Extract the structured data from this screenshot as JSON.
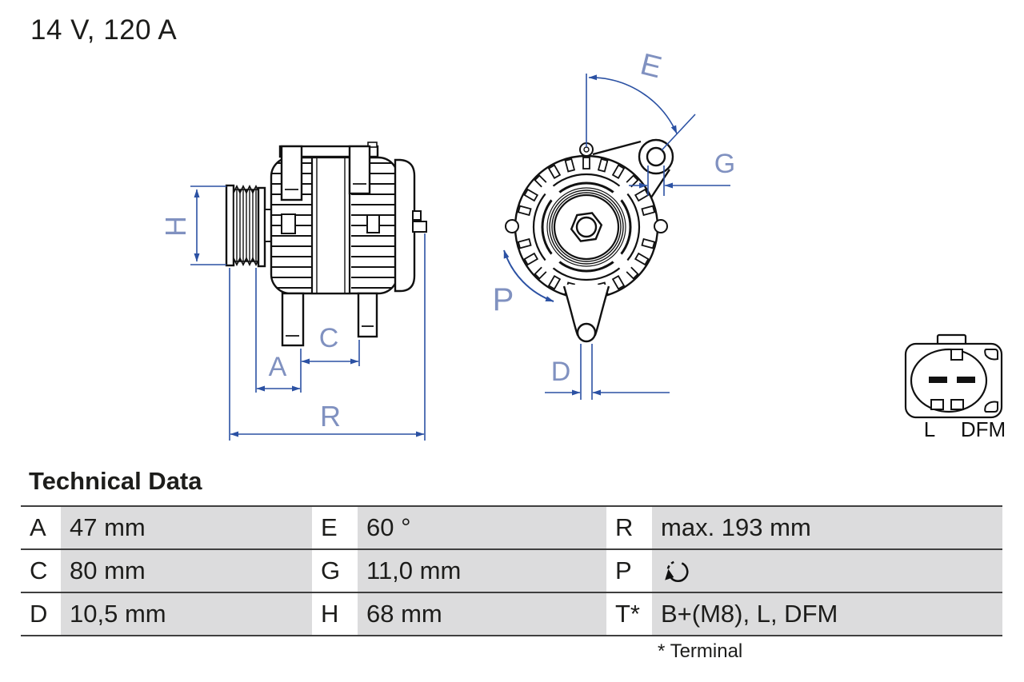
{
  "header": {
    "title": "14 V, 120 A"
  },
  "diagram": {
    "dimension_labels": {
      "h": "H",
      "a": "A",
      "c": "C",
      "r": "R",
      "e": "E",
      "g": "G",
      "p": "P",
      "d": "D"
    },
    "connector": {
      "pin_left": "L",
      "pin_right": "DFM"
    },
    "colors": {
      "line": "#111111",
      "dimension_line": "#2b51a3",
      "dimension_label": "#8091c0"
    }
  },
  "technical_data": {
    "heading": "Technical Data",
    "rows": [
      {
        "cells": [
          {
            "key": "A",
            "value": "47 mm"
          },
          {
            "key": "E",
            "value": "60 °"
          },
          {
            "key": "R",
            "value": "max. 193 mm"
          }
        ]
      },
      {
        "cells": [
          {
            "key": "C",
            "value": "80 mm"
          },
          {
            "key": "G",
            "value": "11,0 mm"
          },
          {
            "key": "P",
            "value": "",
            "value_icon": "rotation-direction-clockwise"
          }
        ]
      },
      {
        "cells": [
          {
            "key": "D",
            "value": "10,5 mm"
          },
          {
            "key": "H",
            "value": "68 mm"
          },
          {
            "key": "T*",
            "value": "B+(M8), L, DFM"
          }
        ]
      }
    ],
    "footnote": "* Terminal",
    "colors": {
      "cell_background": "#dcdcdd",
      "rule": "#3f3f3f"
    }
  }
}
